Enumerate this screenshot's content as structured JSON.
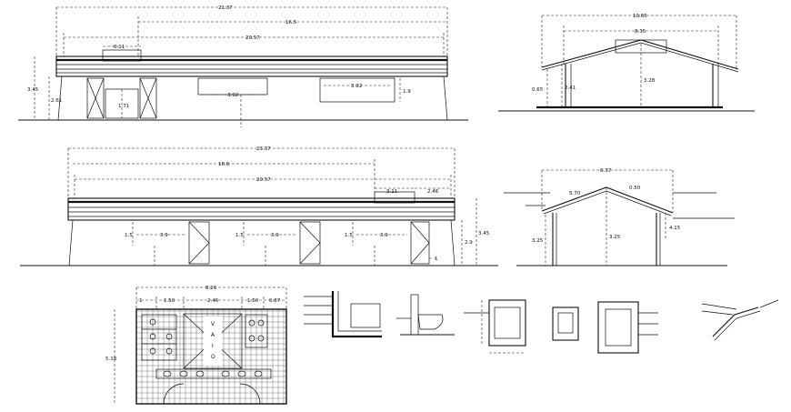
{
  "elevation_1": {
    "dims": [
      "21.37",
      "16.5",
      "20.57",
      "6.11",
      "2.61",
      "3.45",
      "3.92",
      "3.92",
      "1.71",
      "1.9"
    ]
  },
  "section_1": {
    "dims": [
      "10.65",
      "8.35",
      "3.28",
      "2.41",
      "0.65"
    ]
  },
  "elevation_2": {
    "dims": [
      "23.37",
      "16.6",
      "20.57",
      "3.11",
      "2.46",
      "2.9",
      "3.45",
      "1.5",
      "3.9",
      "1.5",
      "3.9",
      "1.5",
      "3.9",
      "1"
    ]
  },
  "section_2": {
    "dims": [
      "6.37",
      "5.70",
      "3.25",
      "3.25",
      "4.15",
      "0.50"
    ]
  },
  "floor_plan": {
    "dims": [
      "8.26",
      "1",
      "1.50",
      "2.46",
      "1.50",
      "0.87",
      "5.18"
    ],
    "vertical_text": [
      "V",
      "A",
      "I",
      "O"
    ]
  }
}
